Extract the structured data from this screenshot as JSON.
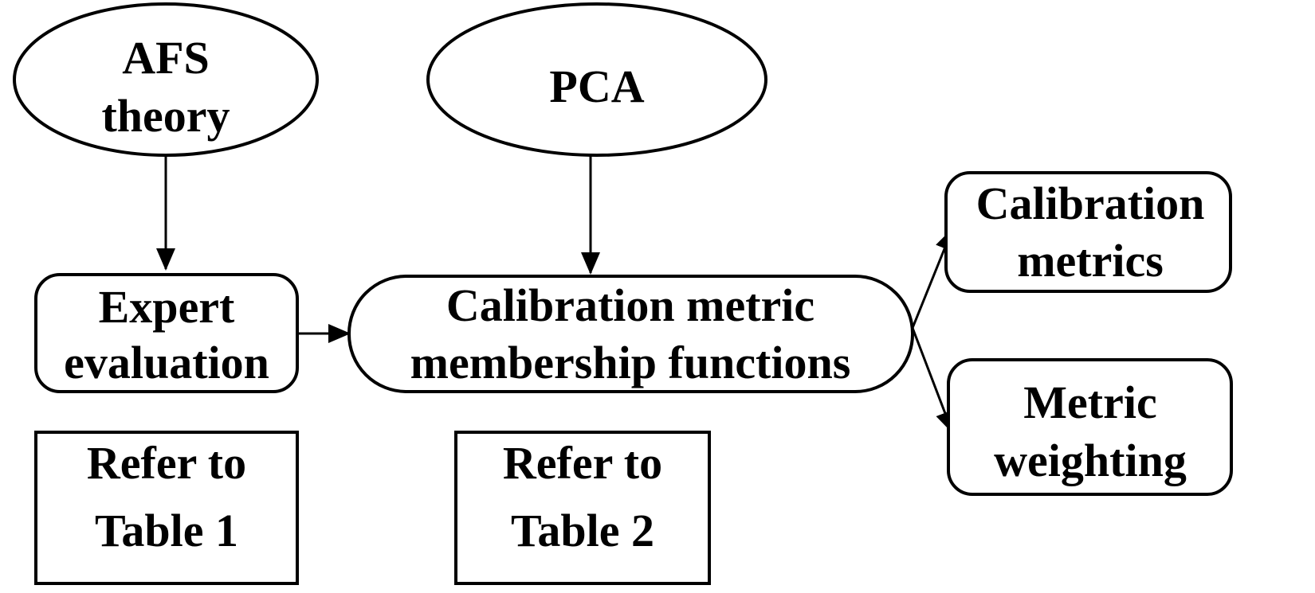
{
  "nodes": {
    "afs_theory": {
      "line1": "AFS",
      "line2": "theory"
    },
    "pca": {
      "line1": "PCA"
    },
    "expert_evaluation": {
      "line1": "Expert",
      "line2": "evaluation"
    },
    "membership_functions": {
      "line1": "Calibration metric",
      "line2": "membership functions"
    },
    "calibration_metrics": {
      "line1": "Calibration",
      "line2": "metrics"
    },
    "metric_weighting": {
      "line1": "Metric",
      "line2": "weighting"
    },
    "table1_ref": {
      "line1": "Refer to",
      "line2": "Table 1"
    },
    "table2_ref": {
      "line1": "Refer to",
      "line2": "Table 2"
    }
  },
  "edges": [
    {
      "from": "afs_theory",
      "to": "expert_evaluation"
    },
    {
      "from": "pca",
      "to": "membership_functions"
    },
    {
      "from": "expert_evaluation",
      "to": "membership_functions"
    },
    {
      "from": "membership_functions",
      "to": "calibration_metrics"
    },
    {
      "from": "membership_functions",
      "to": "metric_weighting"
    }
  ],
  "colors": {
    "stroke": "#000000",
    "fill": "#ffffff",
    "text": "#000000"
  }
}
